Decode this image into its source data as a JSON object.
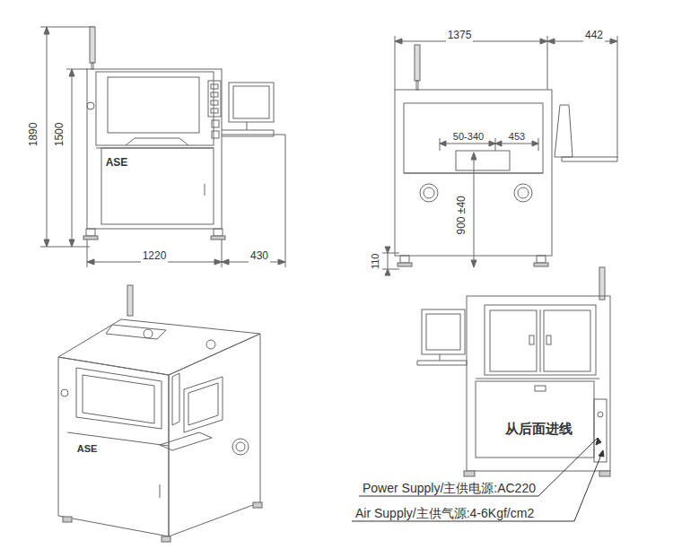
{
  "diagram": {
    "labels": [
      "1890",
      "1500",
      "1220",
      "430",
      "ASE",
      "1375",
      "442",
      "50-340",
      "453",
      "900 ±40",
      "110",
      "ASE",
      "从后面进线",
      "Power Supply/主供电源:AC220",
      "Air Supply/主供气源:4-6Kgf/cm2"
    ]
  }
}
